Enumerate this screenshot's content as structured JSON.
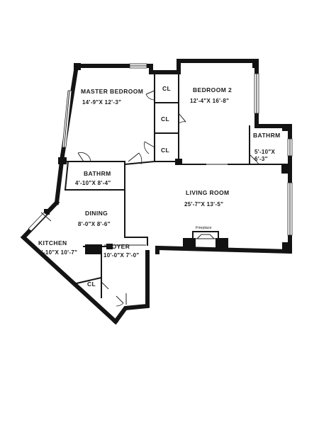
{
  "rooms": {
    "master_bedroom": {
      "name": "MASTER BEDROOM",
      "dims": "14'-9\"X 12'-3\""
    },
    "bedroom2": {
      "name": "BEDROOM 2",
      "dims": "12'-4\"X 16'-8\""
    },
    "closet1": {
      "name": "CL"
    },
    "closet2": {
      "name": "CL"
    },
    "closet3": {
      "name": "CL"
    },
    "bathroom_right": {
      "name": "BATHRM",
      "dims_line1": "5'-10\"X",
      "dims_line2": "6'-3\""
    },
    "bathroom_left": {
      "name": "BATHRM",
      "dims": "4'-10\"X 8'-4\""
    },
    "living_room": {
      "name": "LIVING ROOM",
      "dims": "25'-7\"X 13'-5\""
    },
    "dining": {
      "name": "DINING",
      "dims": "8'-0\"X 8'-6\""
    },
    "kitchen": {
      "name": "KITCHEN",
      "dims": "6'-10\"X 10'-7\""
    },
    "foyer": {
      "name": "FOYER",
      "dims": "10'-0\"X 7'-0\""
    },
    "closet_foyer": {
      "name": "CL"
    }
  },
  "fireplace_label": "Fireplace"
}
